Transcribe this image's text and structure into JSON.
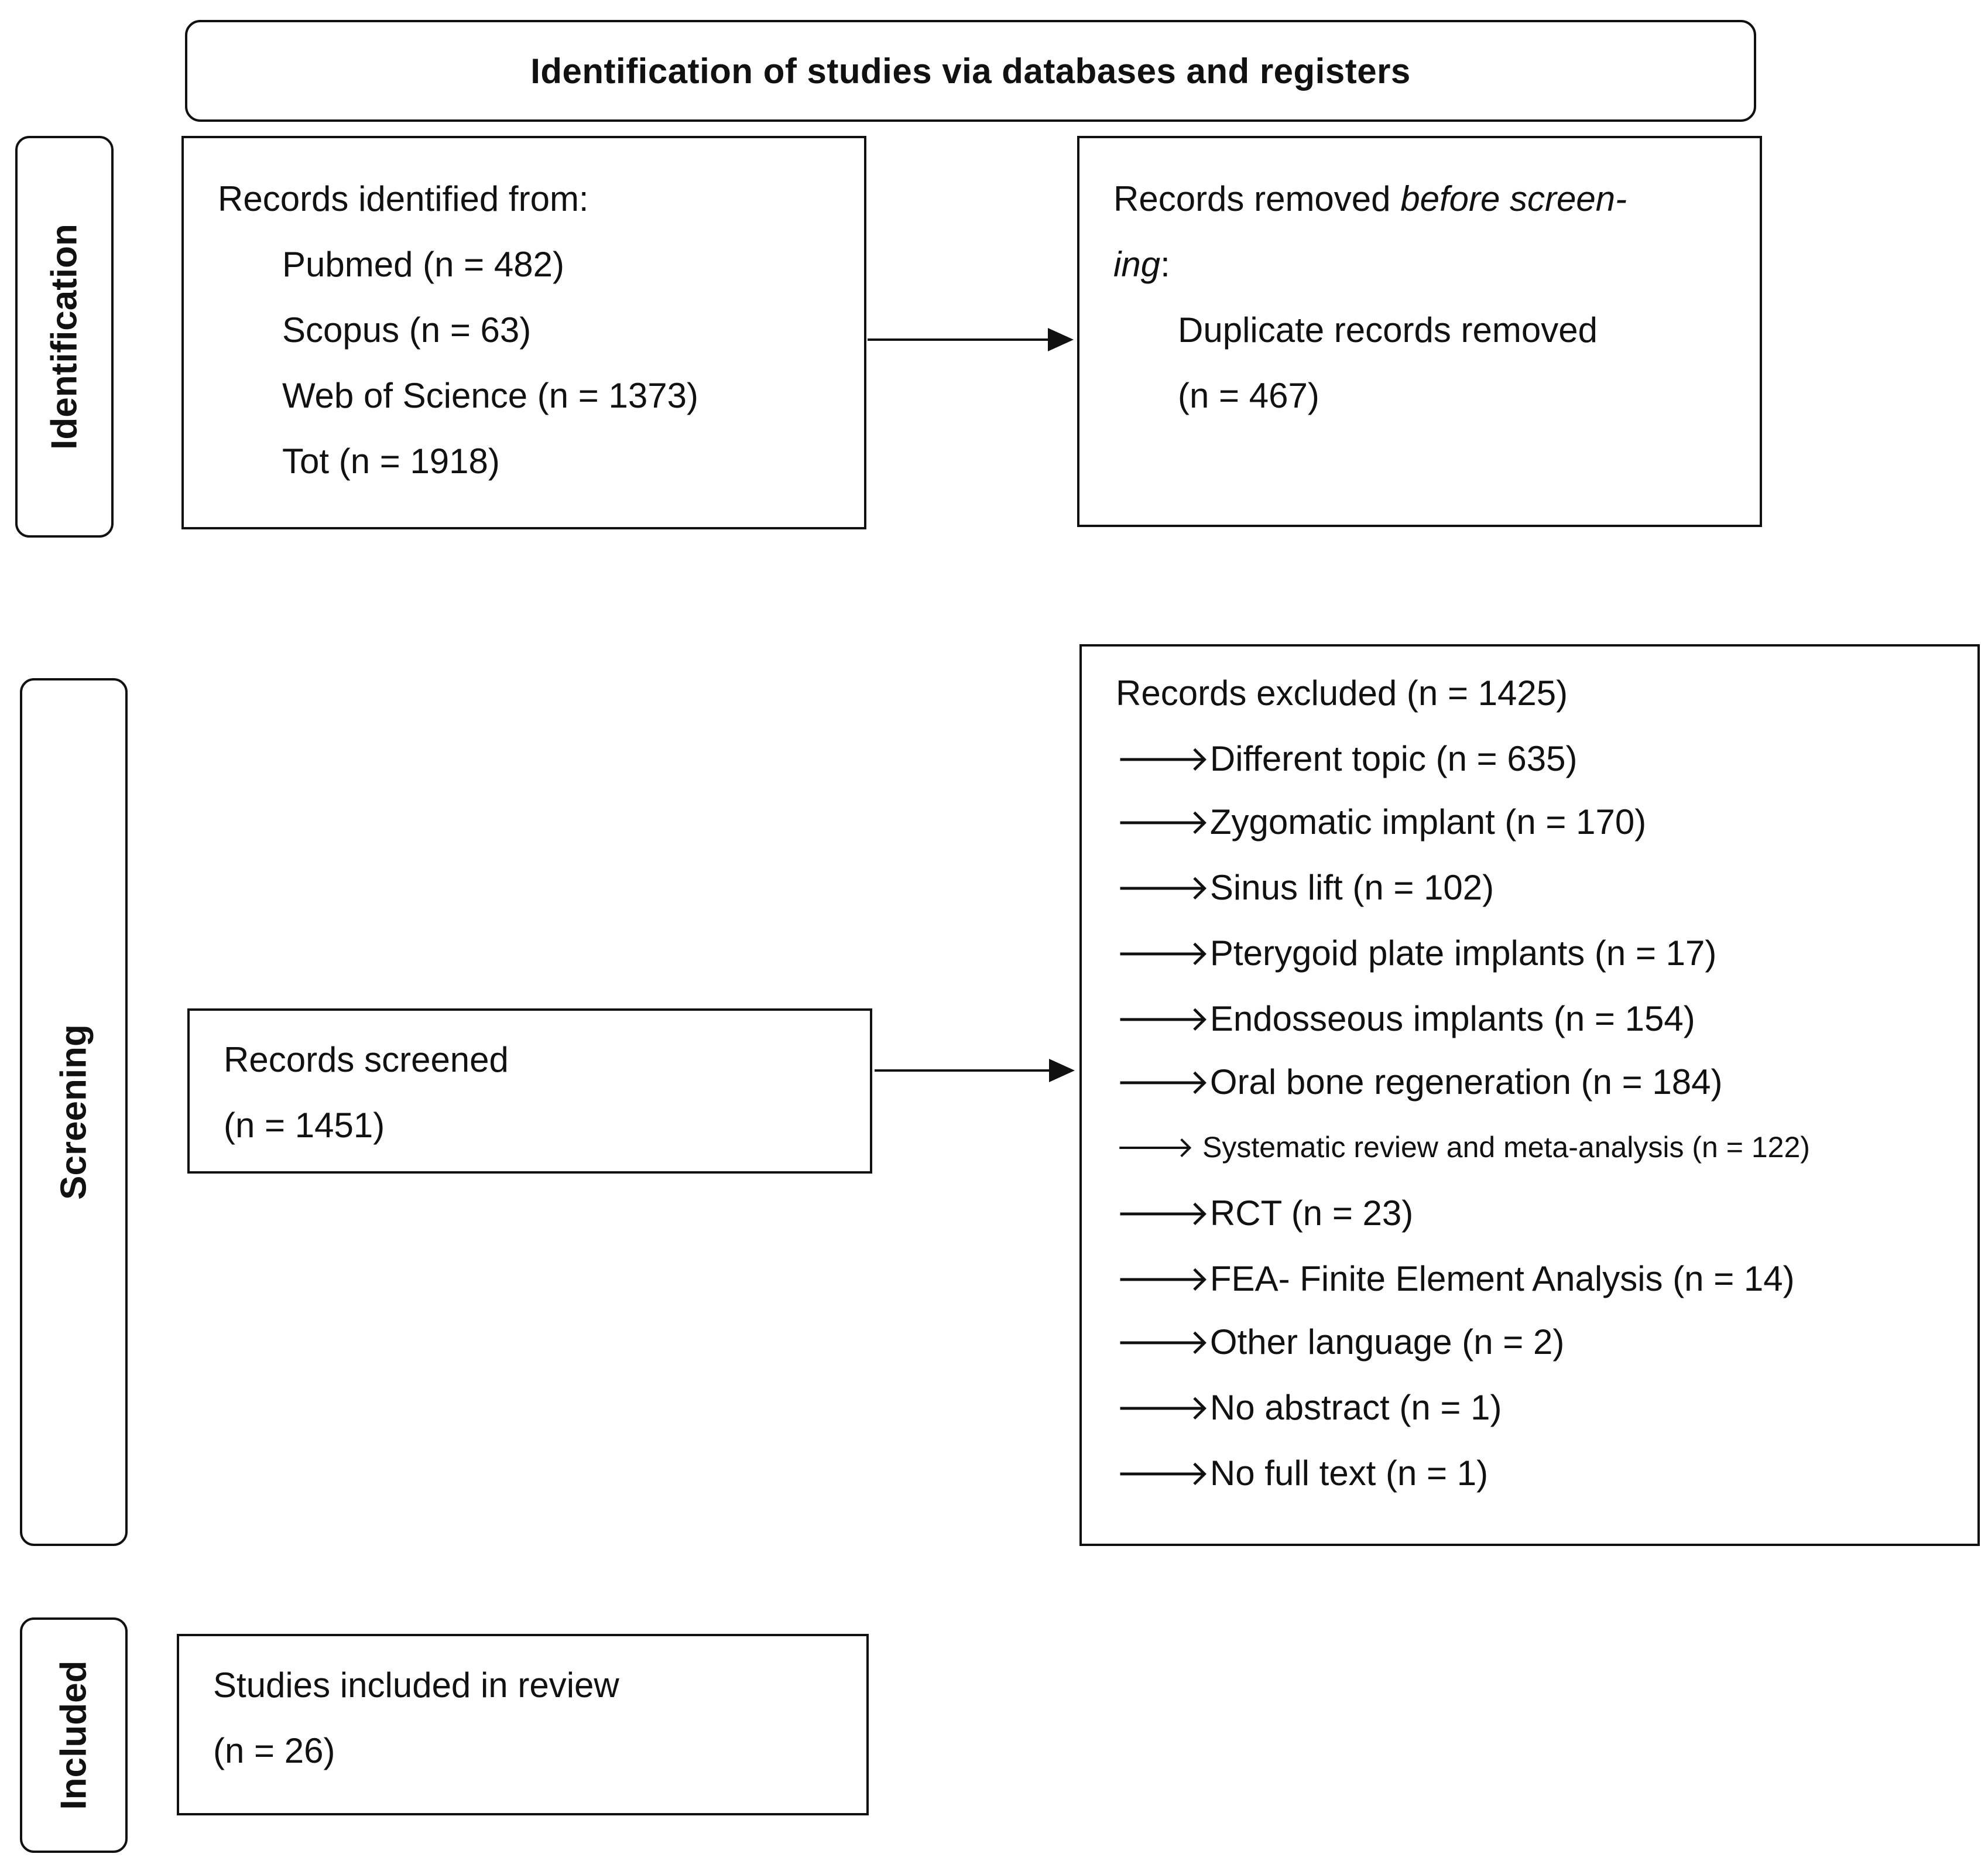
{
  "header": {
    "title": "Identification of studies via databases and registers"
  },
  "phases": {
    "identification": "Identification",
    "screening": "Screening",
    "included": "Included"
  },
  "identified": {
    "heading": "Records identified from:",
    "sources": [
      "Pubmed (n = 482)",
      "Scopus (n = 63)",
      "Web of Science (n = 1373)",
      "Tot (n = 1918)"
    ]
  },
  "removed": {
    "heading_prefix": "Records removed ",
    "heading_italic_1": "before screen-",
    "heading_italic_2": "ing",
    "heading_suffix": ":",
    "item_line1": "Duplicate records removed",
    "item_line2": "(n = 467)"
  },
  "screened": {
    "line1": "Records screened",
    "line2": "(n = 1451)"
  },
  "excluded": {
    "heading": "Records excluded (n = 1425)",
    "items": [
      "Different topic (n = 635)",
      "Zygomatic implant (n = 170)",
      "Sinus lift (n = 102)",
      "Pterygoid plate implants (n = 17)",
      "Endosseous implants (n = 154)",
      "Oral bone regeneration (n = 184)",
      " Systematic review and meta-analysis (n = 122)",
      "RCT (n = 23)",
      "FEA- Finite Element Analysis (n = 14)",
      "Other language (n = 2)",
      "No abstract (n = 1)",
      "No full text (n = 1)"
    ]
  },
  "included": {
    "line1": "Studies included in review",
    "line2": "(n = 26)"
  }
}
